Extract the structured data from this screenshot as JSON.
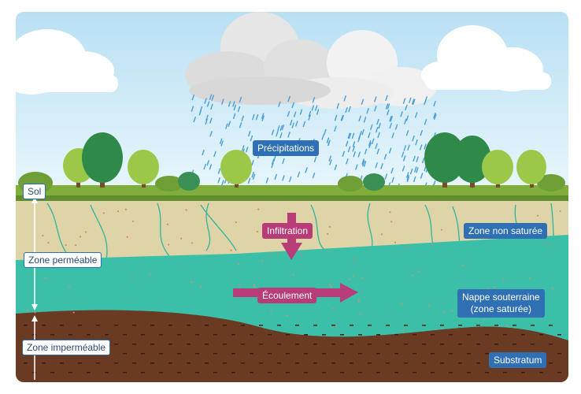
{
  "labels": {
    "precipitations": "Précipitations",
    "sol": "Sol",
    "infiltration": "Infiltration",
    "zone_non_saturee": "Zone non saturée",
    "zone_permeable": "Zone perméable",
    "ecoulement": "Écoulement",
    "nappe_line1": "Nappe souterraine",
    "nappe_line2": "(zone saturée)",
    "zone_impermeable": "Zone imperméable",
    "substratum": "Substratum"
  },
  "colors": {
    "sky_top": "#bfe3f5",
    "sky_bottom": "#e8f6fc",
    "grass": "#7fae3a",
    "unsaturated_zone": "#dfd3a8",
    "aquifer": "#3bbfa8",
    "substratum": "#6b3a22",
    "label_blue": "#2f6fb3",
    "arrow_pink": "#b83c78",
    "rain": "#4a9fd8"
  }
}
